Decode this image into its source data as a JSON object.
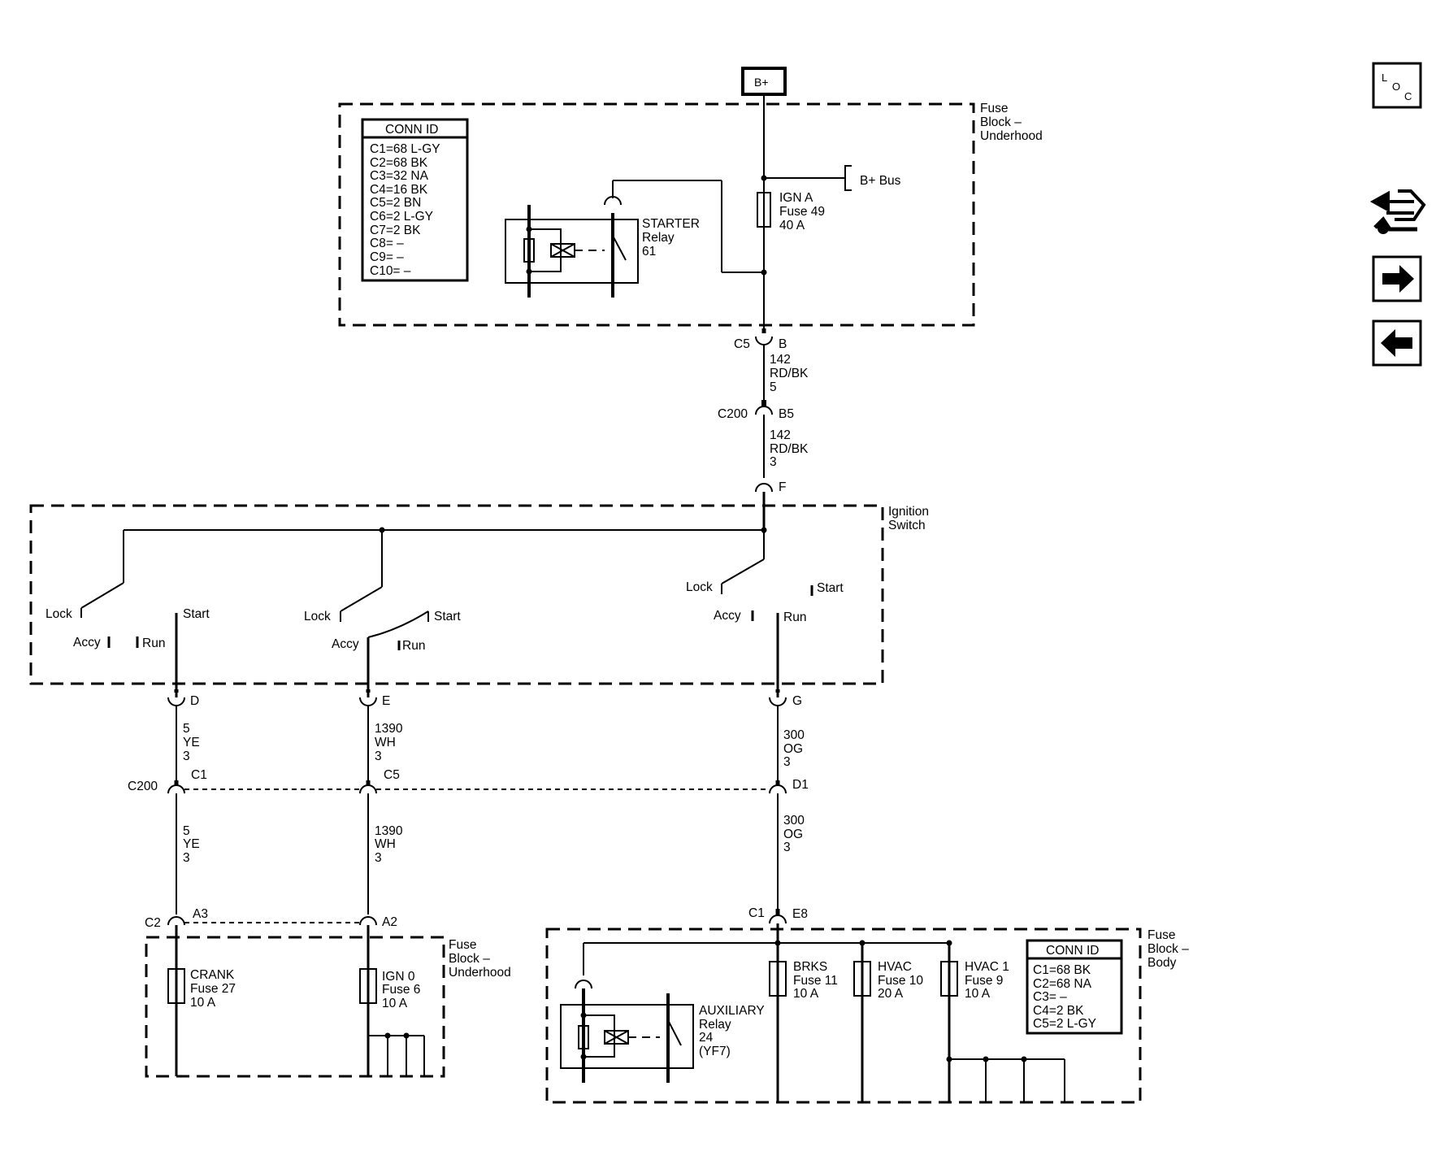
{
  "battery": {
    "label": "B+"
  },
  "fuse_block_underhood_top": {
    "label_lines": [
      "Fuse",
      "Block –",
      "Underhood"
    ],
    "conn_table": {
      "title": "CONN ID",
      "rows": [
        "C1=68 L-GY",
        "C2=68 BK",
        "C3=32 NA",
        "C4=16 BK",
        "C5=2 BN",
        "C6=2 L-GY",
        "C7=2 BK",
        "C8= –",
        "C9= –",
        "C10= –"
      ]
    },
    "starter_relay": {
      "lines": [
        "STARTER",
        "Relay",
        "61"
      ]
    },
    "ign_a_fuse": {
      "lines": [
        "IGN A",
        "Fuse 49",
        "40 A"
      ]
    },
    "bplus_bus": {
      "label": "B+ Bus"
    }
  },
  "connectors": {
    "c5_left": "C5",
    "c5_right": "B",
    "wire1": [
      "142",
      "RD/BK",
      "5"
    ],
    "c200_left": "C200",
    "c200_right": "B5",
    "wire2": [
      "142",
      "RD/BK",
      "3"
    ],
    "f_pin": "F"
  },
  "ignition_switch": {
    "label_lines": [
      "Ignition",
      "Switch"
    ],
    "sw1": {
      "lock": "Lock",
      "accy": "Accy",
      "run": "Run",
      "start": "Start"
    },
    "sw2": {
      "lock": "Lock",
      "accy": "Accy",
      "run": "Run",
      "start": "Start"
    },
    "sw3": {
      "lock": "Lock",
      "accy": "Accy",
      "run": "Run",
      "start": "Start"
    },
    "pins": {
      "d": "D",
      "e": "E",
      "g": "G"
    }
  },
  "wires_upper": {
    "d": [
      "5",
      "YE",
      "3"
    ],
    "e": [
      "1390",
      "WH",
      "3"
    ],
    "g": [
      "300",
      "OG",
      "3"
    ]
  },
  "c200_row": {
    "name": "C200",
    "c1": "C1",
    "c5": "C5",
    "d1": "D1"
  },
  "wires_lower": {
    "d": [
      "5",
      "YE",
      "3"
    ],
    "e": [
      "1390",
      "WH",
      "3"
    ],
    "g": [
      "300",
      "OG",
      "3"
    ]
  },
  "lower_connectors": {
    "c2": "C2",
    "a3": "A3",
    "a2": "A2",
    "c1": "C1",
    "e8": "E8"
  },
  "fuse_block_underhood_bottom": {
    "label_lines": [
      "Fuse",
      "Block –",
      "Underhood"
    ],
    "crank": [
      "CRANK",
      "Fuse 27",
      "10 A"
    ],
    "ign0": [
      "IGN 0",
      "Fuse 6",
      "10 A"
    ]
  },
  "fuse_block_body": {
    "label_lines": [
      "Fuse",
      "Block –",
      "Body"
    ],
    "aux_relay": [
      "AUXILIARY",
      "Relay",
      "24",
      "(YF7)"
    ],
    "brks": [
      "BRKS",
      "Fuse 11",
      "10 A"
    ],
    "hvac": [
      "HVAC",
      "Fuse 10",
      "20 A"
    ],
    "hvac1": [
      "HVAC 1",
      "Fuse 9",
      "10 A"
    ],
    "conn_table": {
      "title": "CONN ID",
      "rows": [
        "C1=68 BK",
        "C2=68 NA",
        "C3= –",
        "C4=2 BK",
        "C5=2 L-GY"
      ]
    }
  },
  "nav": {
    "loc": {
      "l": "L",
      "o": "O",
      "c": "C"
    },
    "icons": [
      "component-location-icon",
      "diagnostic-icon",
      "next-page-icon",
      "previous-page-icon"
    ]
  }
}
